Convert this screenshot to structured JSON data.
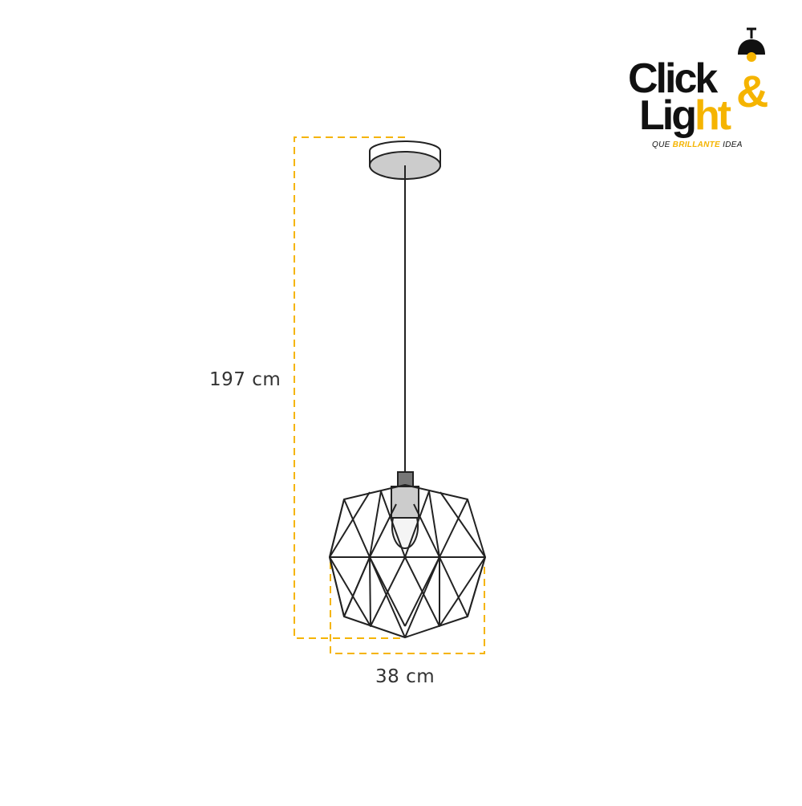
{
  "dimensions": {
    "height_label": "197 cm",
    "width_label": "38 cm"
  },
  "logo": {
    "line1": "Click",
    "line2_dark": "Lig",
    "line2_yellow": "ht",
    "ampersand": "&",
    "tagline_pre": "QUE",
    "tagline_highlight": "BRILLANTE",
    "tagline_post": "IDEA",
    "lamp_icon": "pendant-lamp-icon"
  },
  "colors": {
    "accent": "#f5b400",
    "line": "#222222",
    "fill_gray": "#cccccc",
    "text": "#333333"
  }
}
